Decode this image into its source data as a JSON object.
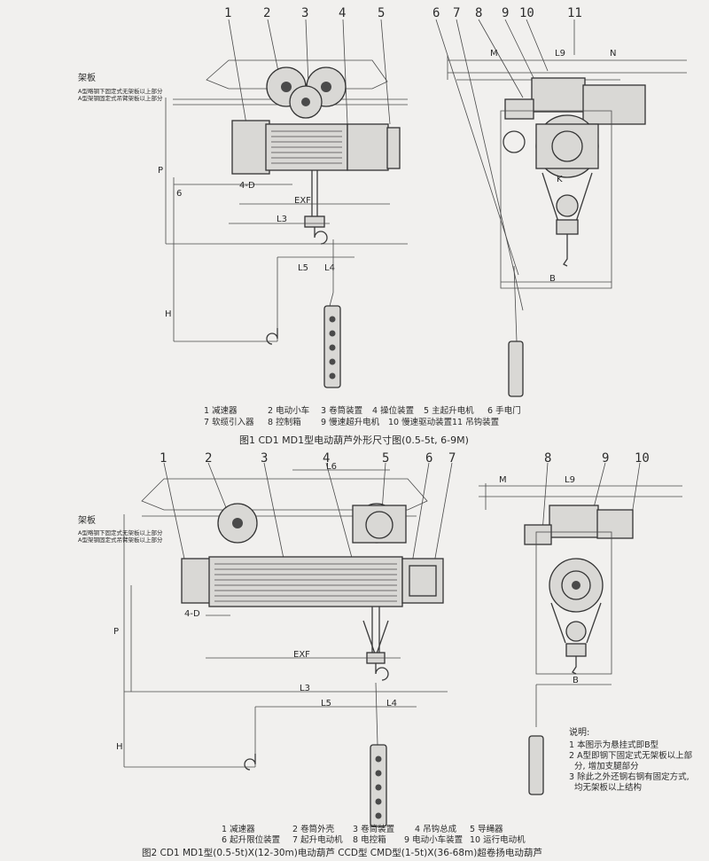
{
  "figure1": {
    "callouts": [
      "1",
      "2",
      "3",
      "4",
      "5",
      "6",
      "7",
      "8",
      "9",
      "10",
      "11"
    ],
    "side_label": "架板",
    "note_a": "A型略钢下固定式无架板以上部分",
    "note_b": "A型架钢固定式吊臂架板以上部分",
    "dims": {
      "P": "P",
      "G": "6",
      "H": "H",
      "EXF": "EXF",
      "L3": "L3",
      "L5": "L5",
      "L4": "L4",
      "M": "M",
      "L9": "L9",
      "N": "N",
      "B": "B",
      "K": "K",
      "d": "4-D"
    },
    "legend": [
      [
        "1 减速器",
        "2 电动小车",
        "3 卷筒装置",
        "4 操位装置",
        "5 主起升电机",
        "6 手电门"
      ],
      [
        "7 软缆引入器",
        "8 控制箱",
        "9 慢速超升电机",
        "10 慢速驱动装置",
        "11 吊钩装置"
      ]
    ],
    "caption": "图1 CD1 MD1型电动葫芦外形尺寸图(0.5-5t, 6-9M)"
  },
  "figure2": {
    "callouts": [
      "1",
      "2",
      "3",
      "4",
      "5",
      "6",
      "7",
      "8",
      "9",
      "10"
    ],
    "side_label": "架板",
    "note_a": "A型略钢下固定式无架板以上部分",
    "note_b": "A型架钢固定式吊臂架板以上部分",
    "dims": {
      "P": "P",
      "H": "H",
      "EXF": "EXF",
      "L3": "L3",
      "L5": "L5",
      "L4": "L4",
      "L6": "L6",
      "M": "M",
      "L9": "L9",
      "B": "B",
      "d": "4-D"
    },
    "notes_title": "说明:",
    "notes": [
      "1 本图示为悬挂式即B型",
      "2 A型即钢下固定式无架板以上部",
      "  分, 增加支腿部分",
      "3 除此之外还钢右钢有固定方式,",
      "  均无架板以上结构"
    ],
    "legend": [
      [
        "1 减速器",
        "2 卷筒外壳",
        "3 卷筒装置",
        "4 吊钩总成",
        "5 导绳器"
      ],
      [
        "6 起升限位装置",
        "7 起升电动机",
        "8 电控箱",
        "9 电动小车装置",
        "10 运行电动机"
      ]
    ],
    "caption": "图2 CD1 MD1型(0.5-5t)X(12-30m)电动葫芦  CCD型 CMD型(1-5t)X(36-68m)超卷扬电动葫芦"
  }
}
